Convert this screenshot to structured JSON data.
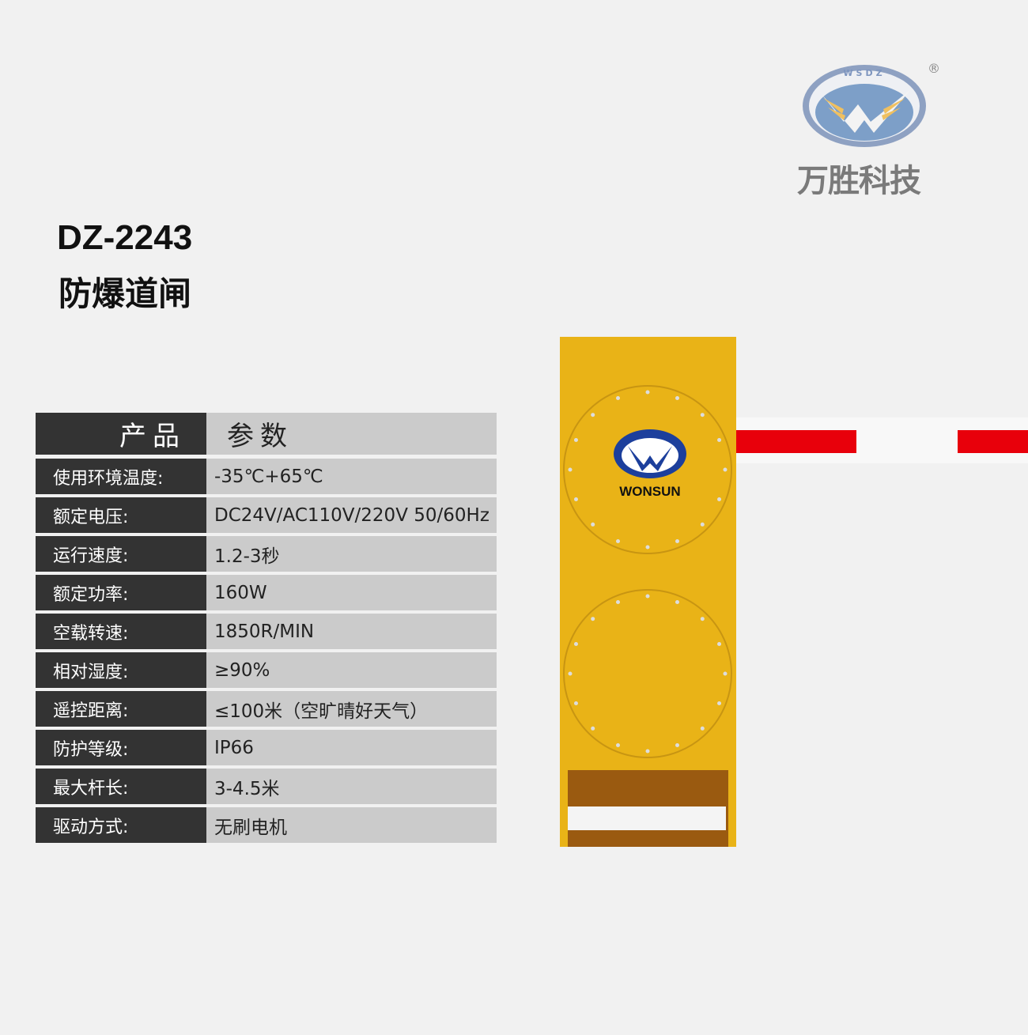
{
  "brand": {
    "logo_text": "WSDZ",
    "registered": "®",
    "name_cn": "万胜科技",
    "product_logo_text": "WONSUN"
  },
  "product": {
    "model": "DZ-2243",
    "name": "防爆道闸"
  },
  "table": {
    "header": {
      "left": "产品",
      "right": "参数"
    },
    "rows": [
      {
        "label": "使用环境温度:",
        "value": "-35℃+65℃"
      },
      {
        "label": "额定电压:",
        "value": "DC24V/AC110V/220V 50/60Hz"
      },
      {
        "label": "运行速度:",
        "value": "1.2-3秒"
      },
      {
        "label": "额定功率:",
        "value": "160W"
      },
      {
        "label": "空载转速:",
        "value": "1850R/MIN"
      },
      {
        "label": "相对湿度:",
        "value": "≥90%"
      },
      {
        "label": "遥控距离:",
        "value": "≤100米（空旷晴好天气）"
      },
      {
        "label": "防护等级:",
        "value": "IP66"
      },
      {
        "label": "最大杆长:",
        "value": "3-4.5米"
      },
      {
        "label": "驱动方式:",
        "value": "无刷电机"
      }
    ]
  },
  "colors": {
    "gate_yellow": "#e9b317",
    "boom_red": "#e8000b",
    "table_dark": "#333333",
    "table_light": "#cbcbcb"
  }
}
